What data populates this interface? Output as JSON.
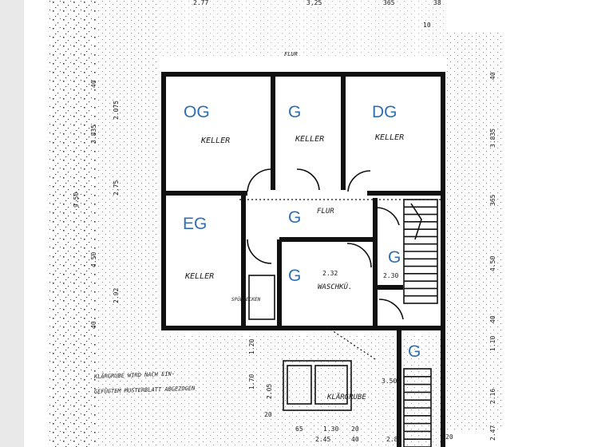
{
  "colors": {
    "tag": "#2f6fb5",
    "ink": "#111111"
  },
  "tags": {
    "og": "OG",
    "g1": "G",
    "dg": "DG",
    "eg": "EG",
    "g_flur": "G",
    "g_bad": "G",
    "g_center": "G",
    "g_stair": "G"
  },
  "rooms": {
    "keller_1": "KELLER",
    "keller_2": "KELLER",
    "keller_3": "KELLER",
    "keller_4": "KELLER",
    "flur_top": "FLUR",
    "flur": "FLUR",
    "waschku": "WASCHKÜ.",
    "spuelbecken": "SPÜLBECKEN",
    "klaergrube": "KLÄRGRUBE"
  },
  "notes": {
    "klaergrube_note_1": "KLÄRGRUBE WIRD NACH EIN-",
    "klaergrube_note_2": "GEFÜGTEM MUSTERBLATT ABGEZOGEN"
  },
  "dims": {
    "top_a": "2.77",
    "top_b": "3,25",
    "top_c": "365",
    "top_d": "38",
    "top_e": "10",
    "left_1": "40",
    "left_2": "2.075",
    "left_3": "3.835",
    "left_4": "9.50",
    "left_5": "2,75",
    "left_6": "4.50",
    "left_7": "2.92",
    "left_8": "40",
    "left_9": "1.20",
    "left_10": "1.70",
    "left_11": "2.05",
    "right_1": "40",
    "right_2": "3.835",
    "right_3": "365",
    "right_4": "4.50",
    "right_5": "40",
    "right_6": "1.10",
    "right_7": "2.16",
    "right_8": "2.47",
    "bot_1": "20",
    "bot_2": "65",
    "bot_3": "1.30",
    "bot_4": "20",
    "bot_5": "2.45",
    "bot_6": "40",
    "bot_7": "2.80",
    "bot_8": "20",
    "mid_1": "2.32",
    "mid_2": "2.30",
    "mid_3": "3.50"
  }
}
